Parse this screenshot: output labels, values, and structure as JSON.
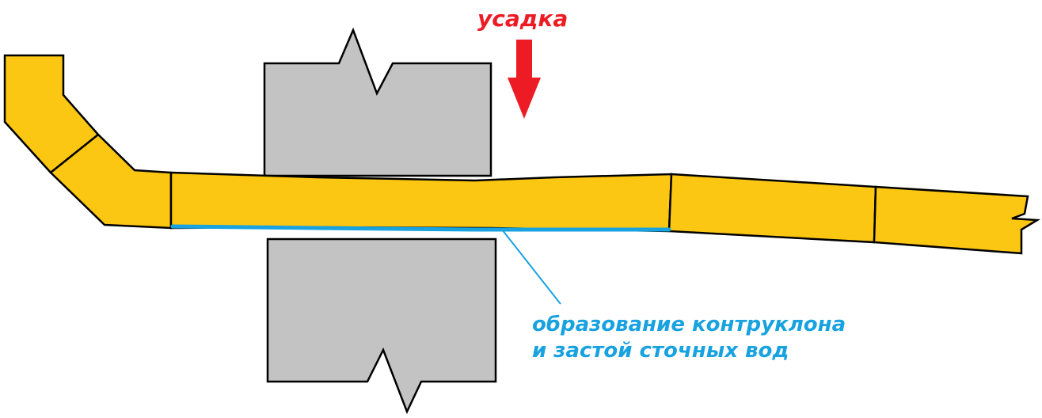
{
  "labels": {
    "settlement": "усадка",
    "counterslope_line1": "образование контруклона",
    "counterslope_line2": "и застой сточных вод"
  },
  "colors": {
    "pipe_fill": "#fcc713",
    "outline": "#000000",
    "block_fill": "#c3c3c3",
    "arrow_red": "#ed1c24",
    "water_blue": "#18a2e0"
  },
  "icons": {
    "settlement_arrow": "down-arrow-icon",
    "upper_block_break": "break-line-icon",
    "lower_block_break": "break-line-icon"
  }
}
